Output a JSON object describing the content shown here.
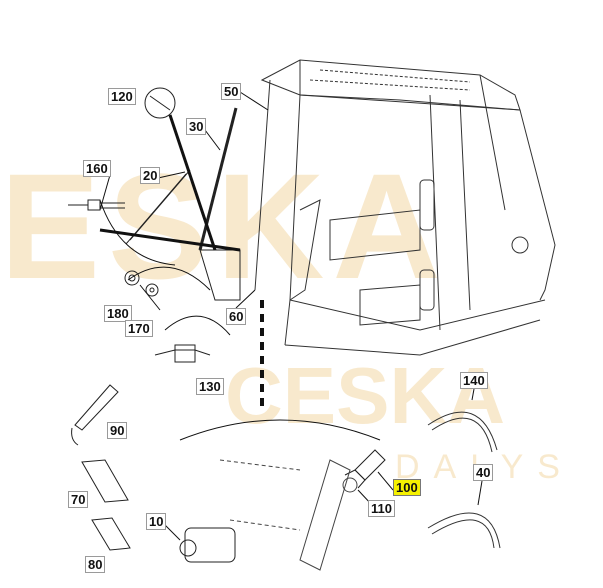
{
  "watermark": {
    "line1": "ESKA",
    "line2": "CESKA",
    "line3": "DALYS",
    "color": "#f6e2bd"
  },
  "callouts": [
    {
      "id": "120"
    },
    {
      "id": "50"
    },
    {
      "id": "30"
    },
    {
      "id": "160"
    },
    {
      "id": "20"
    },
    {
      "id": "180"
    },
    {
      "id": "170"
    },
    {
      "id": "60"
    },
    {
      "id": "130"
    },
    {
      "id": "140"
    },
    {
      "id": "90"
    },
    {
      "id": "70"
    },
    {
      "id": "100",
      "highlighted": true
    },
    {
      "id": "110"
    },
    {
      "id": "40"
    },
    {
      "id": "10"
    },
    {
      "id": "80"
    }
  ],
  "highlight_color": "#f5f100"
}
